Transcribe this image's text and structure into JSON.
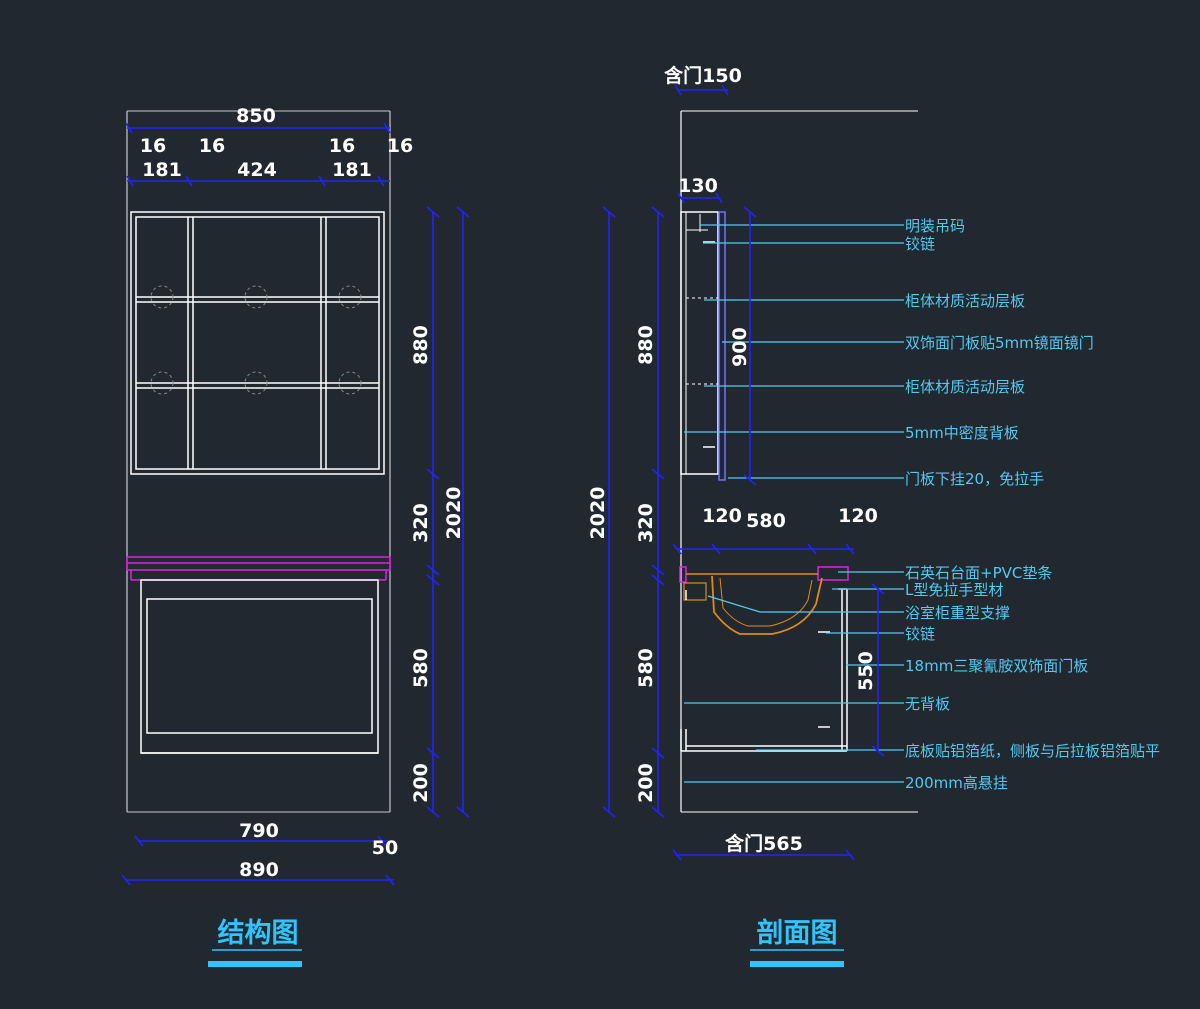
{
  "titles": {
    "structure": "结构图",
    "section": "剖面图"
  },
  "structure_dims": {
    "width_total": "850",
    "gap_1": "16",
    "gap_2": "16",
    "gap_3": "16",
    "gap_4": "16",
    "col_left": "181",
    "col_mid": "424",
    "col_right": "181",
    "inner_height": "880",
    "mid_height": "320",
    "lower_height": "580",
    "hang_height": "200",
    "total_height": "2020",
    "bottom_width": "790",
    "bottom_side": "50",
    "bottom_total": "890"
  },
  "section_dims": {
    "door_top": "含门150",
    "upper_depth": "130",
    "door_height": "900",
    "total_height": "2020",
    "upper_height": "880",
    "mid_height": "320",
    "lower_height": "580",
    "hang_height": "200",
    "left_margin": "120",
    "basin_width": "580",
    "right_margin": "120",
    "cabinet_height": "550",
    "door_bottom": "含门565"
  },
  "labels": [
    "明装吊码",
    "铰链",
    "柜体材质活动层板",
    "双饰面门板贴5mm镜面镜门",
    "柜体材质活动层板",
    "5mm中密度背板",
    "门板下挂20，免拉手",
    "石英石台面+PVC垫条",
    "L型免拉手型材",
    "浴室柜重型支撑",
    "铰链",
    "18mm三聚氰胺双饰面门板",
    "无背板",
    "底板贴铝箔纸，侧板与后拉板铝箔贴平",
    "200mm高悬挂"
  ],
  "colors": {
    "background": "#212830",
    "dimension": "#2222ff",
    "leader": "#55c8f0",
    "countertop": "#e020e0",
    "basin": "#e08a1a"
  }
}
